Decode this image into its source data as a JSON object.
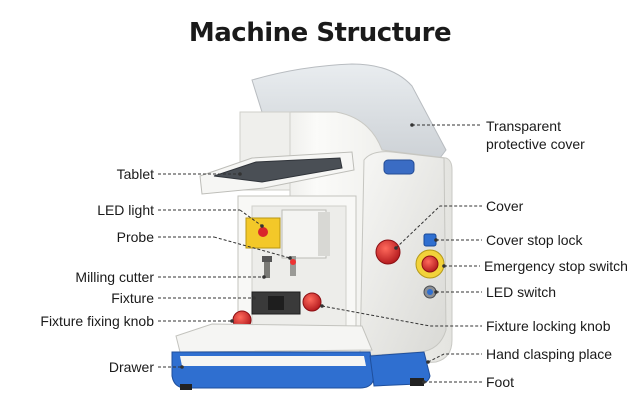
{
  "title": "Machine Structure",
  "labels": {
    "tablet": "Tablet",
    "led_light": "LED light",
    "probe": "Probe",
    "milling_cutter": "Milling cutter",
    "fixture": "Fixture",
    "fixture_fixing_knob": "Fixture fixing knob",
    "drawer": "Drawer",
    "transparent_cover_line1": "Transparent",
    "transparent_cover_line2": "protective cover",
    "cover": "Cover",
    "cover_stop_lock": "Cover stop lock",
    "emergency_stop_switch": "Emergency stop switch",
    "led_switch": "LED switch",
    "fixture_locking_knob": "Fixture locking knob",
    "hand_clasping_place": "Hand clasping place",
    "foot": "Foot"
  },
  "colors": {
    "body": "#f3f3f1",
    "accent_blue": "#2f6fd0",
    "emergency_yellow": "#f2d23a",
    "knob_red": "#d6262b",
    "leader": "#333333"
  }
}
